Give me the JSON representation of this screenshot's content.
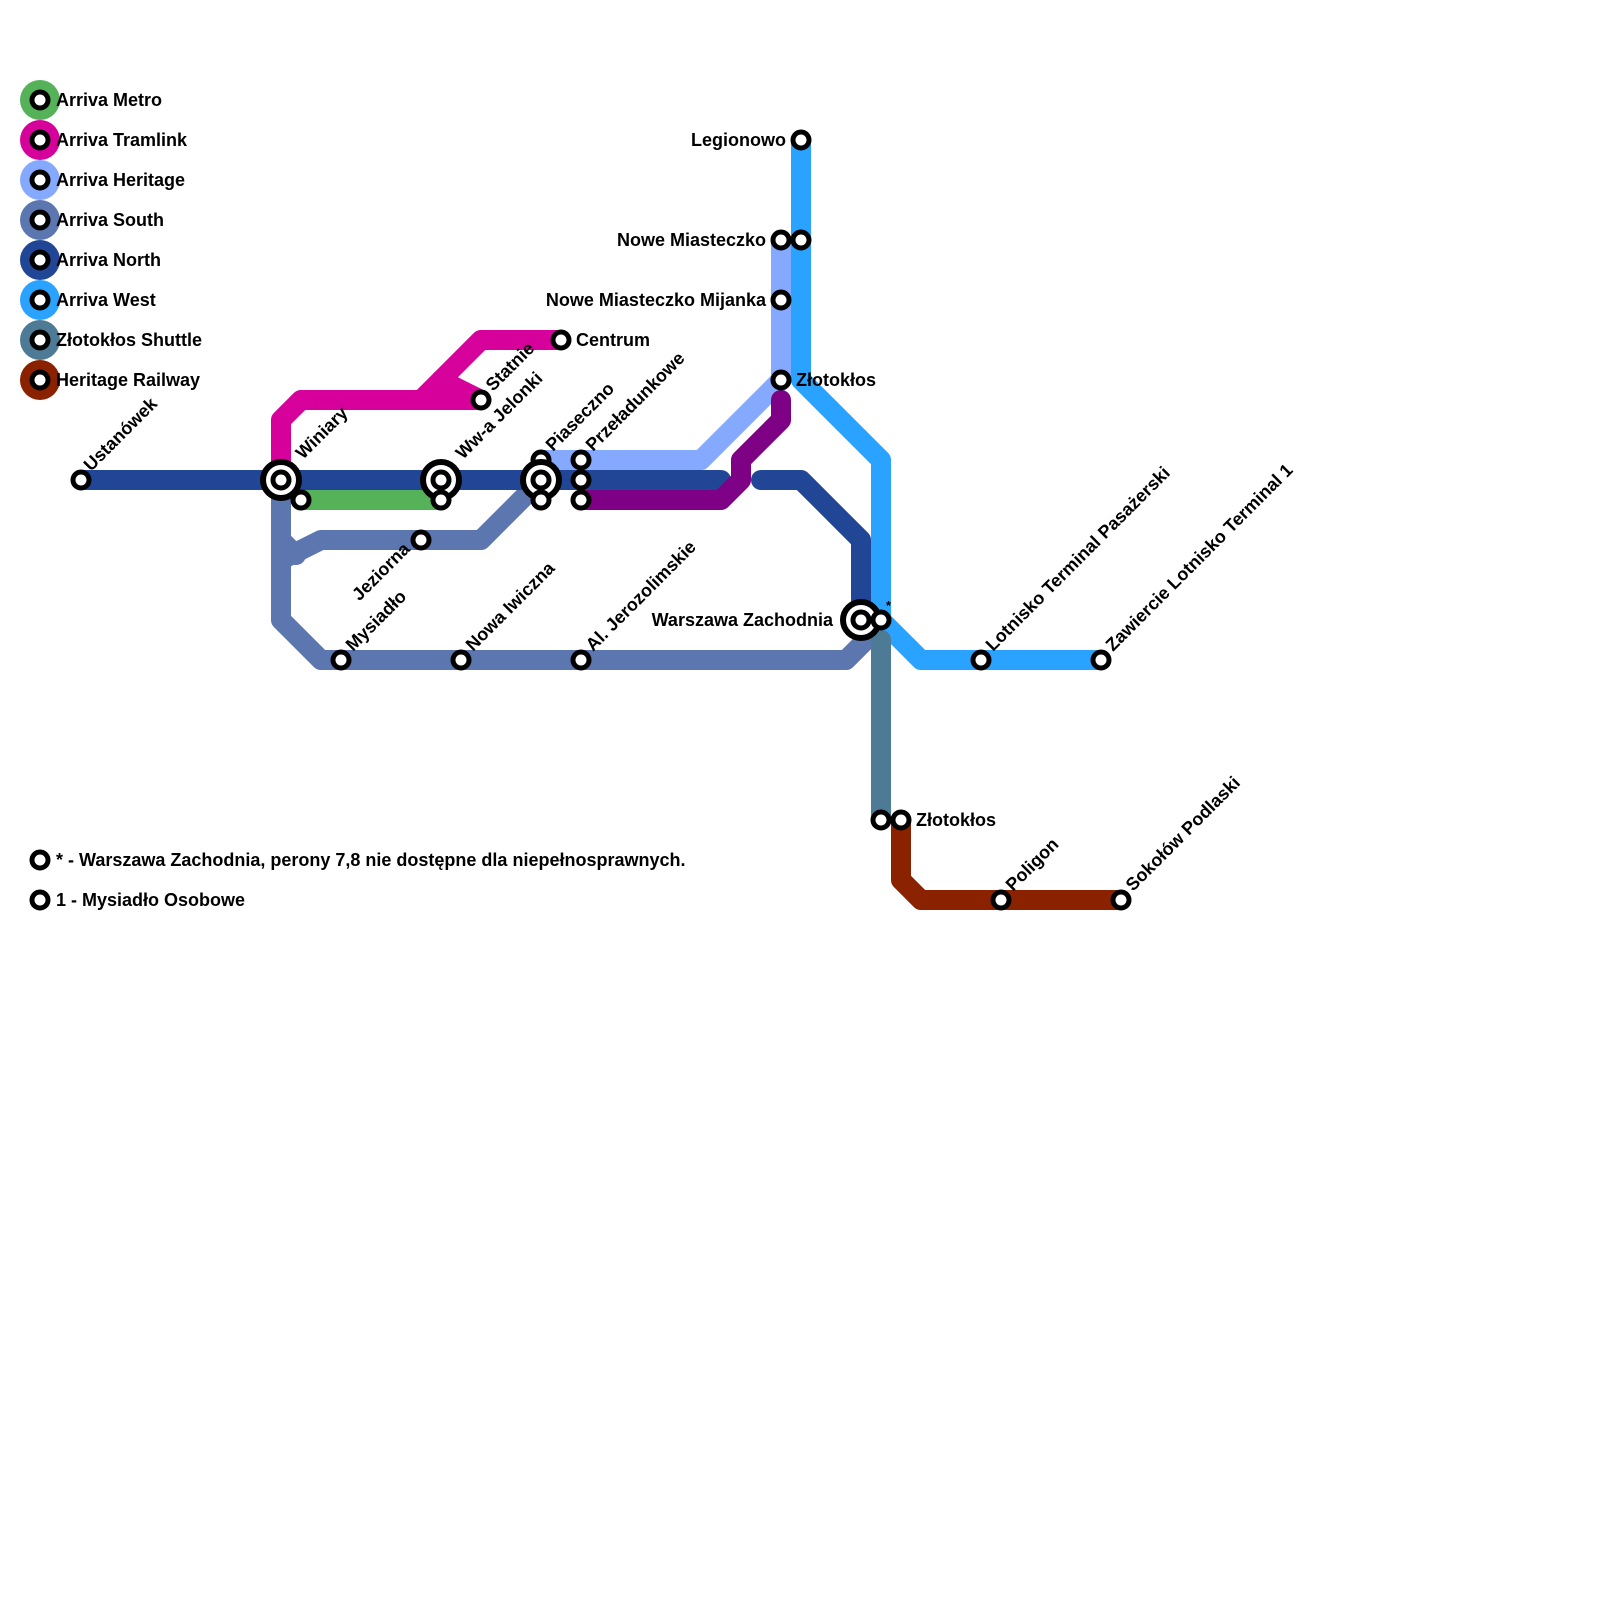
{
  "legend": [
    {
      "label": "Arriva Metro",
      "color": "#55b259"
    },
    {
      "label": "Arriva Tramlink",
      "color": "#d6019a"
    },
    {
      "label": "Arriva Heritage",
      "color": "#85a9ff"
    },
    {
      "label": "Arriva South",
      "color": "#5c76b0"
    },
    {
      "label": "Arriva North",
      "color": "#224696"
    },
    {
      "label": "Arriva West",
      "color": "#29a3ff"
    },
    {
      "label": "Złotokłos Shuttle",
      "color": "#4d7a94"
    },
    {
      "label": "Heritage Railway",
      "color": "#8a2200"
    }
  ],
  "notes": [
    {
      "text": "* - Warszawa Zachodnia, perony 7,8 nie dostępne dla niepełnosprawnych."
    },
    {
      "text": "1 - Mysiadło Osobowe"
    }
  ],
  "stations": {
    "ustanowek": "Ustanówek",
    "winiary": "Winiary",
    "wwa_jelonki": "Ww-a Jelonki",
    "statnie": "Statnie",
    "centrum": "Centrum",
    "piaseczno": "Piaseczno",
    "przeladunkowe": "Przeładunkowe",
    "jeziorna": "Jeziorna",
    "mysiadlo": "Mysiadło",
    "nowa_iwiczna": "Nowa Iwiczna",
    "al_jerozolimskie": "Al. Jerozolimskie",
    "warszawa_zachodnia": "Warszawa Zachodnia",
    "legionowo": "Legionowo",
    "nowe_miasteczko": "Nowe Miasteczko",
    "nowe_miasteczko_mijanka": "Nowe Miasteczko Mijanka",
    "zlotoklos_top": "Złotokłos",
    "lotnisko_terminal_pasazerski": "Lotnisko Terminal Pasażerski",
    "zawiercie_lotnisko_terminal_1": "Zawiercie Lotnisko Terminal 1",
    "zlotoklos_bottom": "Złotokłos",
    "poligon": "Poligon",
    "sokolow_podlaski": "Sokołów Podlaski",
    "star_mark": "*"
  }
}
